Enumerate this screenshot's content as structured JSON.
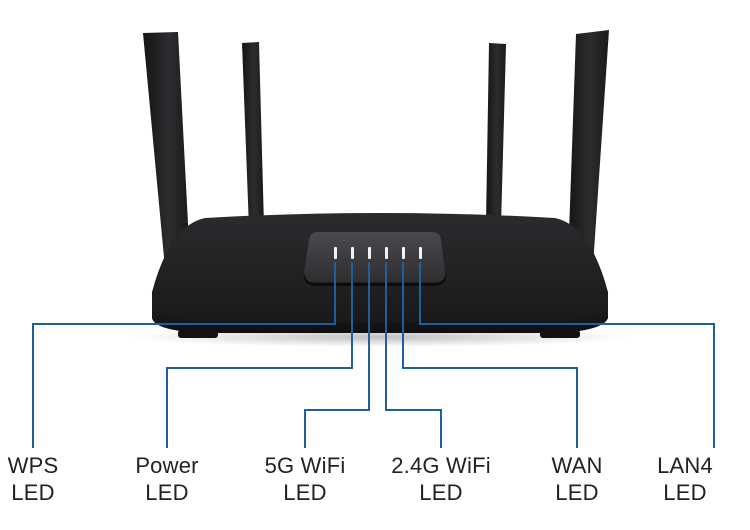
{
  "colors": {
    "leader_line": "#1e5fa0",
    "router_body": "#1f1f21",
    "background": "#ffffff"
  },
  "callouts": [
    {
      "name": "WPS",
      "sub": "LED"
    },
    {
      "name": "Power",
      "sub": "LED"
    },
    {
      "name": "5G WiFi",
      "sub": "LED"
    },
    {
      "name": "2.4G WiFi",
      "sub": "LED"
    },
    {
      "name": "WAN",
      "sub": "LED"
    },
    {
      "name": "LAN4",
      "sub": "LED"
    }
  ]
}
